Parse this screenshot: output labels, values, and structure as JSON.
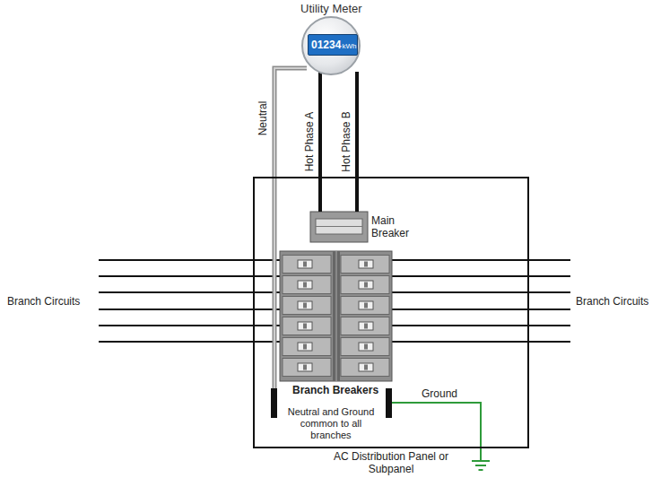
{
  "diagram": {
    "nodes": [
      {
        "text": [
          "Utility Meter",
          "01234",
          "kWh"
        ]
      },
      {
        "text": [
          "AC Distribution Panel or Subpanel"
        ]
      },
      {
        "text": [
          "Main Breaker"
        ],
        "in": 1
      },
      {
        "text": [
          "Branch Breakers"
        ],
        "in": 1
      }
    ],
    "edges": [
      {
        "from": 0,
        "to": 2,
        "arrow": "none",
        "label": "Hot Phase A"
      },
      {
        "from": 0,
        "to": 2,
        "arrow": "none",
        "label": "Hot Phase B"
      }
    ],
    "labels": [
      "Neutral",
      "Branch Circuits",
      "Branch Circuits",
      "Neutral and Ground common to all branches",
      "Ground"
    ]
  }
}
